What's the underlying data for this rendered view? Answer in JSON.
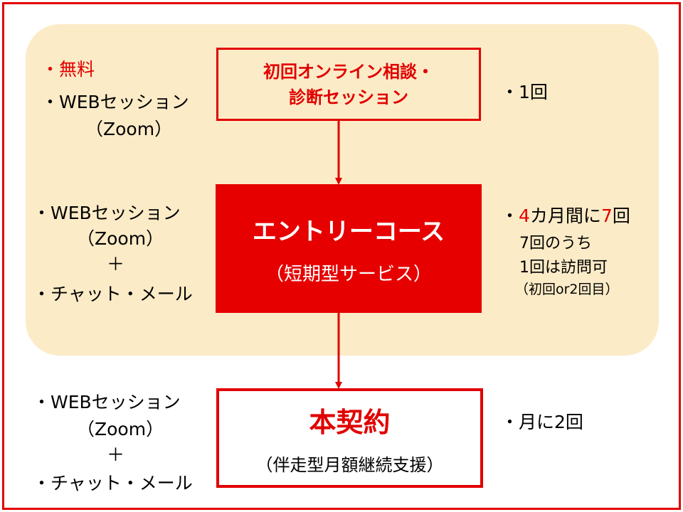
{
  "colors": {
    "accent": "#e10000",
    "panel": "#fcebc7"
  },
  "stage1": {
    "free": "・無料",
    "web": "・WEBセッション",
    "zoom": "（Zoom）",
    "box_line1": "初回オンライン相談・",
    "box_line2": "診断セッション",
    "count": "・1回"
  },
  "stage2": {
    "web": "・WEBセッション",
    "zoom": "（Zoom）",
    "plus": "＋",
    "chat": "・チャット・メール",
    "box_title": "エントリーコース",
    "box_sub": "（短期型サービス）",
    "count_prefix": "・",
    "count_n1": "4",
    "count_mid": "カ月間に",
    "count_n2": "7",
    "count_suffix": "回",
    "note1": "7回のうち",
    "note2": "1回は訪問可",
    "note3": "（初回or2回目）"
  },
  "stage3": {
    "web": "・WEBセッション",
    "zoom": "（Zoom）",
    "plus": "＋",
    "chat": "・チャット・メール",
    "box_title": "本契約",
    "box_sub": "（伴走型月額継続支援）",
    "count": "・月に2回"
  }
}
